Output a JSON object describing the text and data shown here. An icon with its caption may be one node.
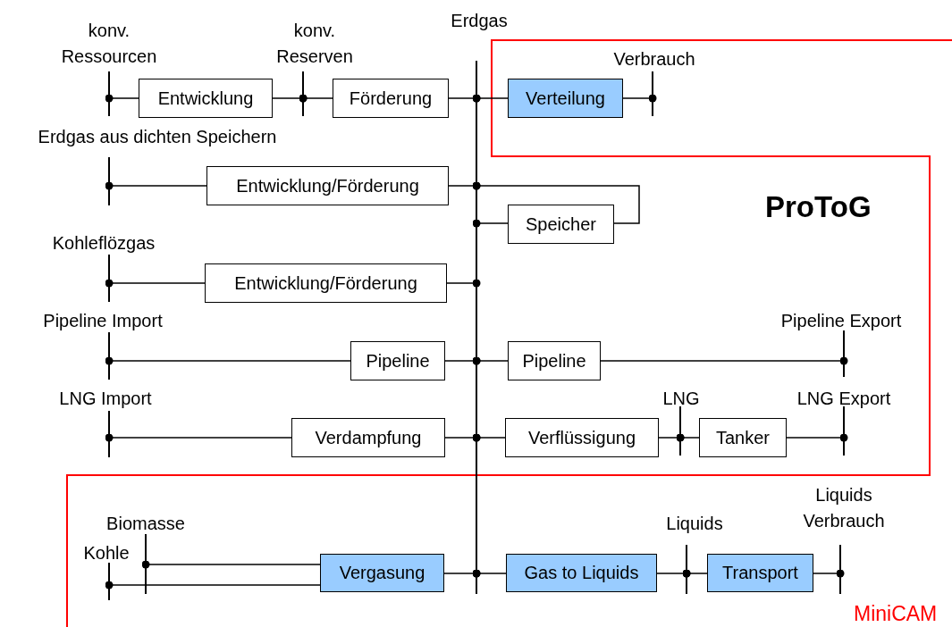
{
  "diagram": {
    "nodes": [
      {
        "text": [
          "konv. Ressourcen"
        ]
      },
      {
        "text": [
          "Entwicklung"
        ]
      },
      {
        "text": [
          "konv. Reserven"
        ]
      },
      {
        "text": [
          "Förderung"
        ]
      },
      {
        "text": [
          "Erdgas"
        ]
      },
      {
        "text": [
          "Verteilung"
        ]
      },
      {
        "text": [
          "Verbrauch"
        ]
      },
      {
        "text": [
          "Erdgas aus dichten Speichern"
        ]
      },
      {
        "text": [
          "Entwicklung/Förderung"
        ]
      },
      {
        "text": [
          "Speicher"
        ]
      },
      {
        "text": [
          "Kohleflözgas"
        ]
      },
      {
        "text": [
          "Entwicklung/Förderung"
        ]
      },
      {
        "text": [
          "Pipeline Import"
        ]
      },
      {
        "text": [
          "Pipeline"
        ]
      },
      {
        "text": [
          "Pipeline"
        ]
      },
      {
        "text": [
          "Pipeline Export"
        ]
      },
      {
        "text": [
          "LNG Import"
        ]
      },
      {
        "text": [
          "Verdampfung"
        ]
      },
      {
        "text": [
          "Verflüssigung"
        ]
      },
      {
        "text": [
          "LNG"
        ]
      },
      {
        "text": [
          "Tanker"
        ]
      },
      {
        "text": [
          "LNG Export"
        ]
      },
      {
        "text": [
          "Biomasse"
        ]
      },
      {
        "text": [
          "Kohle"
        ]
      },
      {
        "text": [
          "Vergasung"
        ]
      },
      {
        "text": [
          "Gas to Liquids"
        ]
      },
      {
        "text": [
          "Liquids"
        ]
      },
      {
        "text": [
          "Transport"
        ]
      },
      {
        "text": [
          "Liquids Verbrauch"
        ]
      }
    ],
    "edges": [
      {
        "from": 0,
        "to": 1,
        "arrow": "other"
      },
      {
        "from": 1,
        "to": 2,
        "arrow": "other"
      },
      {
        "from": 2,
        "to": 3,
        "arrow": "other"
      },
      {
        "from": 3,
        "to": 4,
        "arrow": "other"
      },
      {
        "from": 4,
        "to": 5,
        "arrow": "other"
      },
      {
        "from": 5,
        "to": 6,
        "arrow": "other"
      },
      {
        "from": 7,
        "to": 8,
        "arrow": "other"
      },
      {
        "from": 8,
        "to": 4,
        "arrow": "other"
      },
      {
        "from": 4,
        "to": 9,
        "arrow": "other"
      },
      {
        "from": 4,
        "to": 9,
        "arrow": "other"
      },
      {
        "from": 10,
        "to": 11,
        "arrow": "other"
      },
      {
        "from": 11,
        "to": 4,
        "arrow": "other"
      },
      {
        "from": 12,
        "to": 13,
        "arrow": "other"
      },
      {
        "from": 13,
        "to": 4,
        "arrow": "other"
      },
      {
        "from": 4,
        "to": 14,
        "arrow": "other"
      },
      {
        "from": 14,
        "to": 15,
        "arrow": "other"
      },
      {
        "from": 16,
        "to": 17,
        "arrow": "other"
      },
      {
        "from": 17,
        "to": 4,
        "arrow": "other"
      },
      {
        "from": 4,
        "to": 18,
        "arrow": "other"
      },
      {
        "from": 18,
        "to": 19,
        "arrow": "other"
      },
      {
        "from": 19,
        "to": 20,
        "arrow": "other"
      },
      {
        "from": 20,
        "to": 21,
        "arrow": "other"
      },
      {
        "from": 22,
        "to": 24,
        "arrow": "other"
      },
      {
        "from": 23,
        "to": 24,
        "arrow": "other"
      },
      {
        "from": 24,
        "to": 4,
        "arrow": "other"
      },
      {
        "from": 4,
        "to": 25,
        "arrow": "other"
      },
      {
        "from": 25,
        "to": 26,
        "arrow": "other"
      },
      {
        "from": 26,
        "to": 27,
        "arrow": "other"
      },
      {
        "from": 27,
        "to": 28,
        "arrow": "other"
      }
    ],
    "labels": [
      "ProToG",
      "MiniCAM"
    ]
  }
}
